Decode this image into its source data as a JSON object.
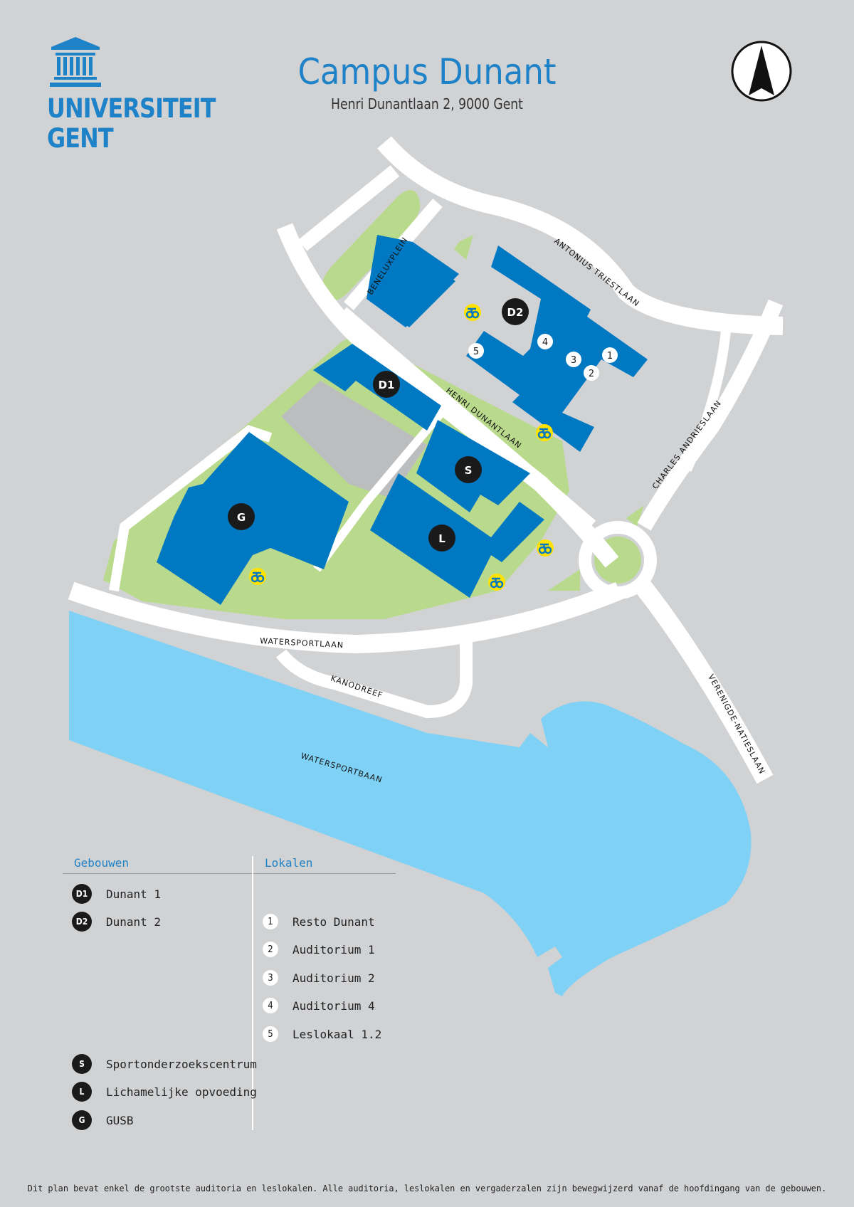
{
  "header": {
    "logo": {
      "icon": "university-building-icon",
      "line1": "UNIVERSITEIT",
      "line2": "GENT"
    },
    "title": "Campus Dunant",
    "subtitle": "Henri Dunantlaan 2, 9000 Gent",
    "compass": {
      "icon": "north-arrow-icon"
    }
  },
  "colors": {
    "background": "#d1d2d4",
    "building": "#0079c2",
    "brand_blue": "#1e82c8",
    "road": "#ffffff",
    "grass": "#b9da8c",
    "parking": "#bcbdbf",
    "water": "#7fd1f5",
    "marker": "#1a1a1a",
    "bike_marker": "#ffe200"
  },
  "map": {
    "streets": [
      "BENELUXPLEIN",
      "ANTONIUS TRIESTLAAN",
      "HENRI DUNANTLAAN",
      "CHARLES ANDRIESLAAN",
      "WATERSPORTLAAN",
      "KANODREEF",
      "VERENIGDE-NATIESLAAN"
    ],
    "water_label": "WATERSPORTBAAN",
    "building_markers": [
      "D1",
      "D2",
      "S",
      "L",
      "G"
    ],
    "room_markers": [
      "1",
      "2",
      "3",
      "4",
      "5"
    ],
    "bike_icon": "bicycle-parking-icon"
  },
  "legend": {
    "buildings_title": "Gebouwen",
    "rooms_title": "Lokalen",
    "buildings": [
      {
        "code": "D1",
        "label": "Dunant 1"
      },
      {
        "code": "D2",
        "label": "Dunant 2"
      },
      {
        "code": "S",
        "label": "Sportonderzoekscentrum"
      },
      {
        "code": "L",
        "label": "Lichamelijke opvoeding"
      },
      {
        "code": "G",
        "label": "GUSB"
      }
    ],
    "rooms": [
      {
        "code": "1",
        "label": "Resto Dunant"
      },
      {
        "code": "2",
        "label": "Auditorium 1"
      },
      {
        "code": "3",
        "label": "Auditorium 2"
      },
      {
        "code": "4",
        "label": "Auditorium 4"
      },
      {
        "code": "5",
        "label": "Leslokaal 1.2"
      }
    ]
  },
  "footer": "Dit plan bevat enkel de grootste auditoria en leslokalen. Alle auditoria, leslokalen en vergaderzalen zijn bewegwijzerd vanaf de hoofdingang van de gebouwen."
}
